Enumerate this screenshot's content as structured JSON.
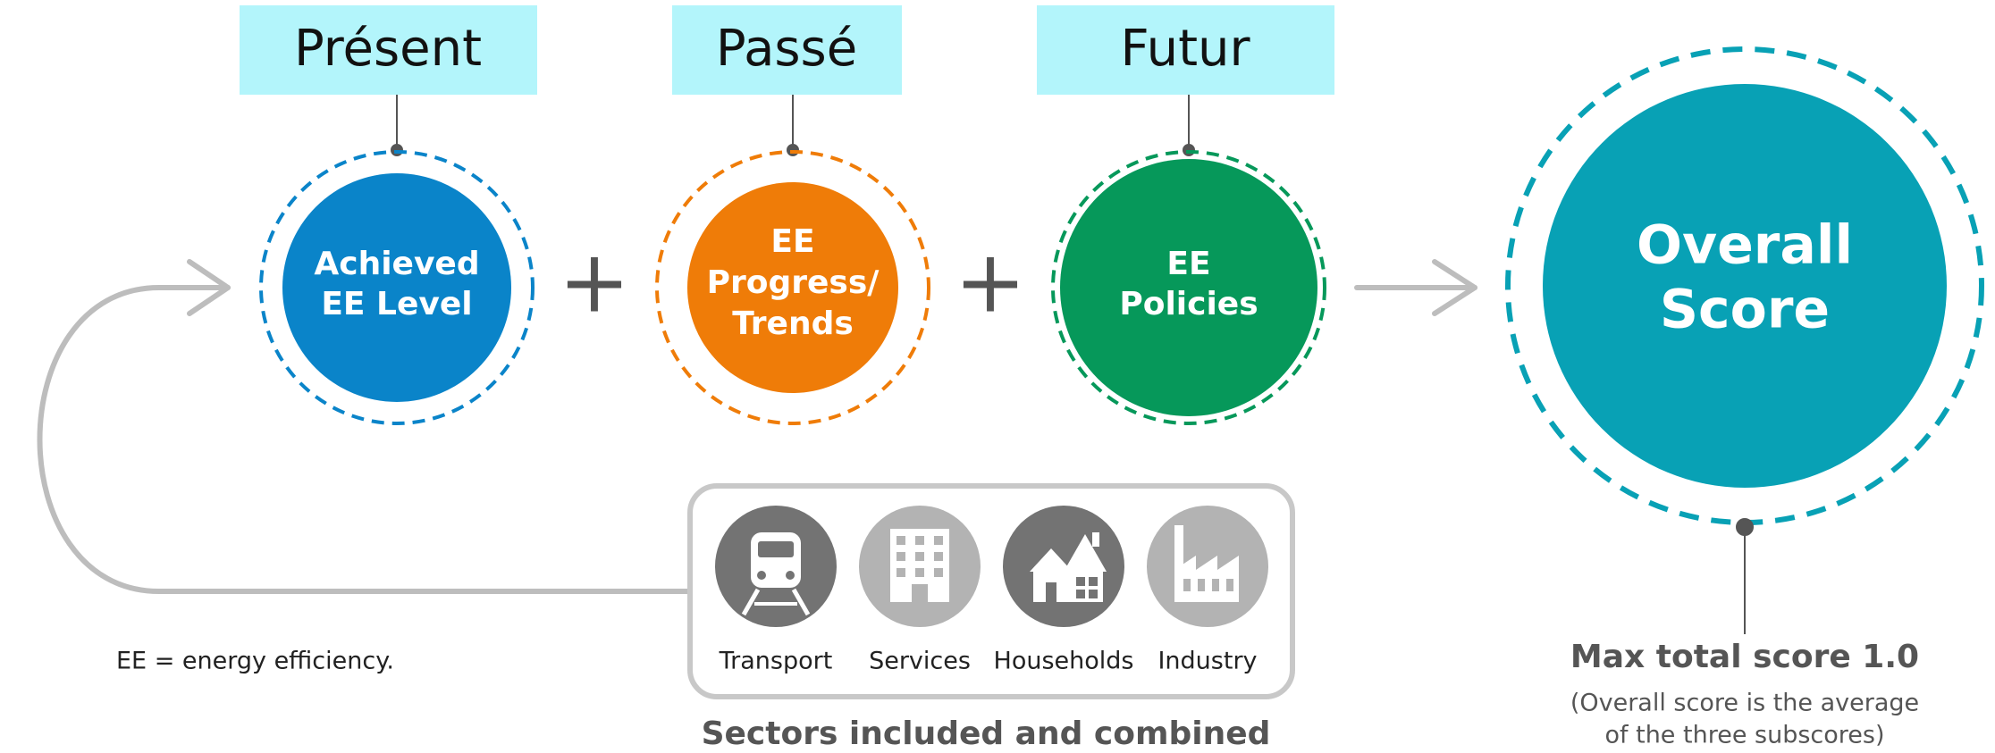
{
  "time_labels": [
    "Présent",
    "Passé",
    "Futur"
  ],
  "subscores": [
    {
      "line1": "Achieved",
      "line2": "EE Level"
    },
    {
      "line1": "EE",
      "line2": "Progress/",
      "line3": "Trends"
    },
    {
      "line1": "EE",
      "line2": "Policies"
    }
  ],
  "plus_sign": "+",
  "overall": {
    "line1": "Overall",
    "line2": "Score"
  },
  "sectors": [
    "Transport",
    "Services",
    "Households",
    "Industry"
  ],
  "sectors_caption": "Sectors included and combined",
  "max_score": {
    "title": "Max total score 1.0",
    "note_line1": "(Overall score is the average",
    "note_line2": "of the three subscores)"
  },
  "footnote": "EE = energy efficiency.",
  "colors": {
    "label_bg": "#b3f5fb",
    "present": "#0a84c9",
    "past": "#ef7c08",
    "future": "#06985a",
    "overall": "#08a1b5",
    "arrow": "#bdbdbd",
    "icon_dark": "#737373",
    "icon_light": "#b3b3b3"
  },
  "icons": [
    "train-icon",
    "building-icon",
    "house-icon",
    "factory-icon"
  ]
}
